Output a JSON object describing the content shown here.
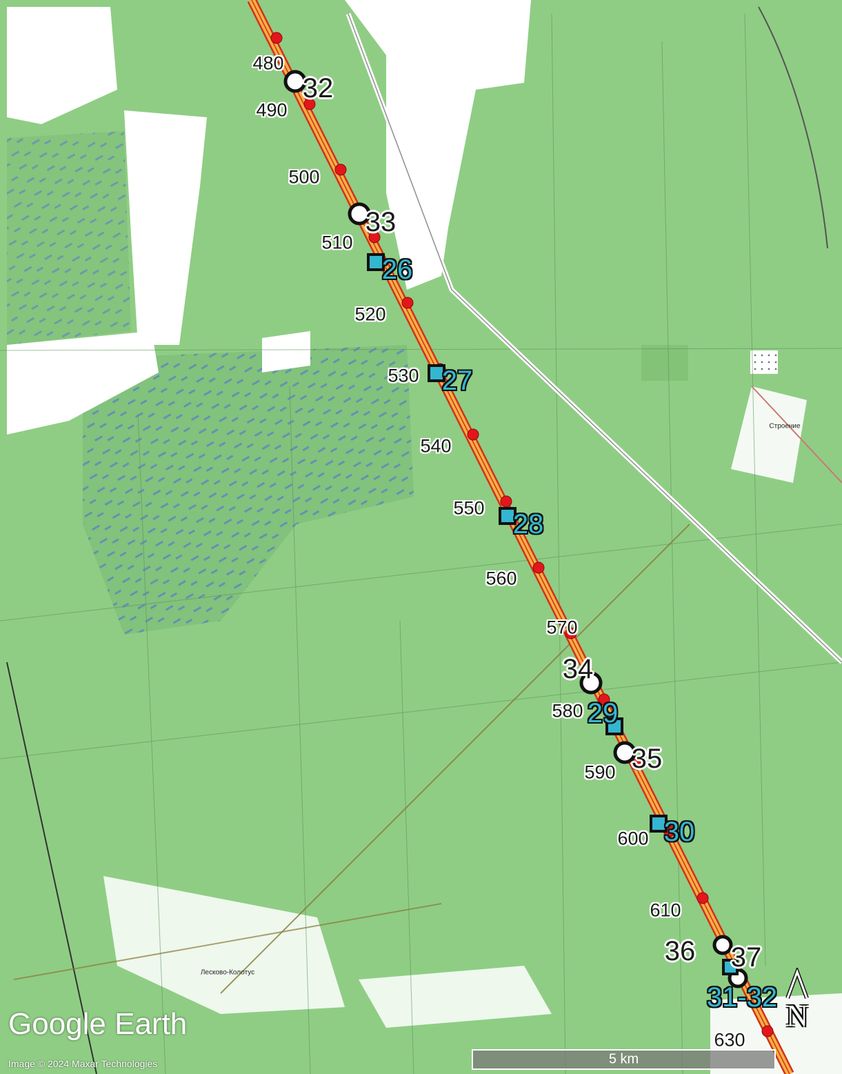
{
  "map": {
    "colors": {
      "forest": "#8fcd84",
      "clearing": "#ffffff",
      "route_fill": "#f5b041",
      "route_edge": "#d3301f",
      "km_marker": "#e3161b",
      "site_accent": "#35b6d0",
      "road": "#c9c9c9"
    },
    "km_labels": [
      "480",
      "490",
      "500",
      "510",
      "520",
      "530",
      "540",
      "550",
      "560",
      "570",
      "580",
      "590",
      "600",
      "610",
      "630"
    ],
    "stops": [
      "32",
      "33",
      "34",
      "35",
      "36",
      "37"
    ],
    "sites": [
      "26",
      "27",
      "28",
      "29",
      "30",
      "31-32"
    ],
    "places": [
      "Строение",
      "Лесково-Колотус"
    ],
    "logo": "Google Earth",
    "attribution": "Image © 2024 Maxar Technologies",
    "scale": "5 km",
    "north": "N"
  }
}
